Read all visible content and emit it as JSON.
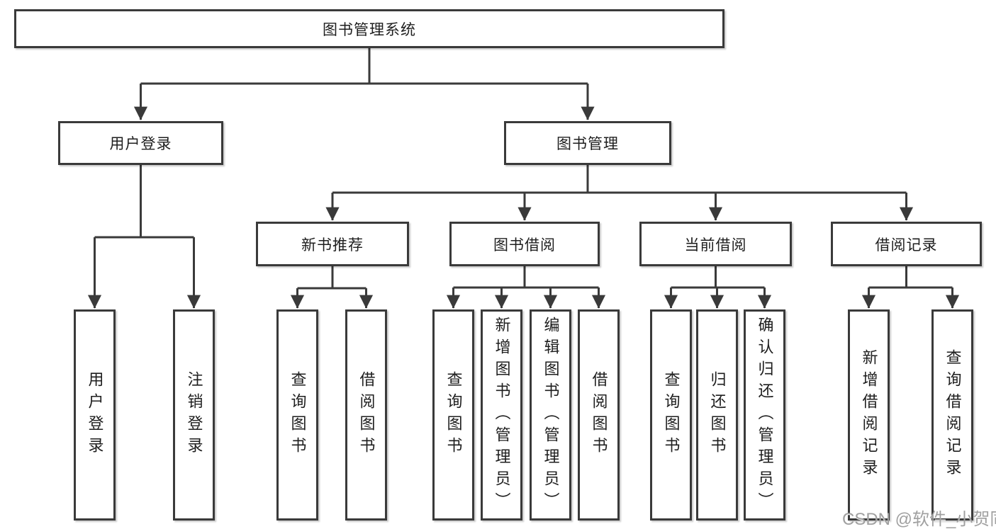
{
  "diagram": {
    "type": "hierarchy-tree",
    "colors": {
      "line": "#3a3a3a",
      "box_border": "#3a3a3a",
      "box_fill": "#ffffff",
      "text": "#1e1e1e",
      "watermark_text": "#a0a0a0",
      "background": "#ffffff"
    }
  },
  "nodes": {
    "root": {
      "label": "图书管理系统"
    },
    "user_login": {
      "label": "用户登录"
    },
    "book_mgmt": {
      "label": "图书管理"
    },
    "new_book_rec": {
      "label": "新书推荐"
    },
    "book_borrow": {
      "label": "图书借阅"
    },
    "current_borrow": {
      "label": "当前借阅"
    },
    "borrow_records": {
      "label": "借阅记录"
    },
    "leaf_user_login": {
      "label": "用户登录"
    },
    "leaf_logout": {
      "label": "注销登录"
    },
    "leaf_query_book_1": {
      "label": "查询图书"
    },
    "leaf_borrow_book_1": {
      "label": "借阅图书"
    },
    "leaf_query_book_2": {
      "label": "查询图书"
    },
    "leaf_add_book": {
      "label": "新增图书（管理员）"
    },
    "leaf_edit_book": {
      "label": "编辑图书（管理员）"
    },
    "leaf_borrow_book_2": {
      "label": "借阅图书"
    },
    "leaf_query_book_3": {
      "label": "查询图书"
    },
    "leaf_return_book": {
      "label": "归还图书"
    },
    "leaf_confirm_return": {
      "label": "确认归还（管理员）"
    },
    "leaf_add_record": {
      "label": "新增借阅记录"
    },
    "leaf_query_record": {
      "label": "查询借阅记录"
    }
  },
  "watermark": {
    "text": "CSDN @软件_小贺同学"
  }
}
